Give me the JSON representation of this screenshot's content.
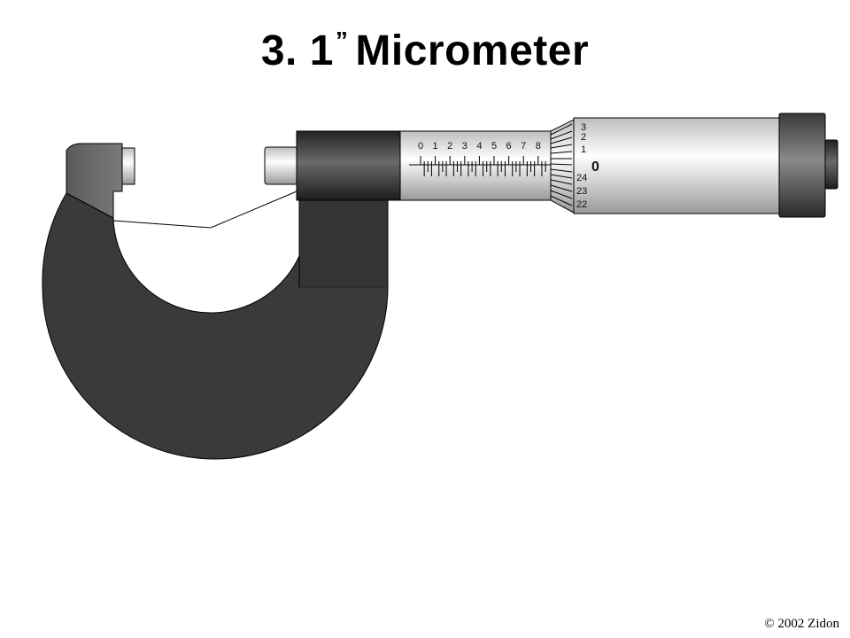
{
  "title": {
    "main": "3. 1",
    "quote": "”",
    "rest": "Micrometer"
  },
  "copyright": "© 2002 Zidon",
  "sleeve_scale": {
    "labels": [
      "0",
      "1",
      "2",
      "3",
      "4",
      "5",
      "6",
      "7",
      "8"
    ]
  },
  "thimble_scale": {
    "upper_labels": [
      "3",
      "2",
      "1"
    ],
    "index_label": "0",
    "lower_labels": [
      "24",
      "23",
      "22"
    ]
  },
  "colors": {
    "frame": "#3a3a3a",
    "background": "#ffffff",
    "sleeve": "#e6e6e6"
  }
}
